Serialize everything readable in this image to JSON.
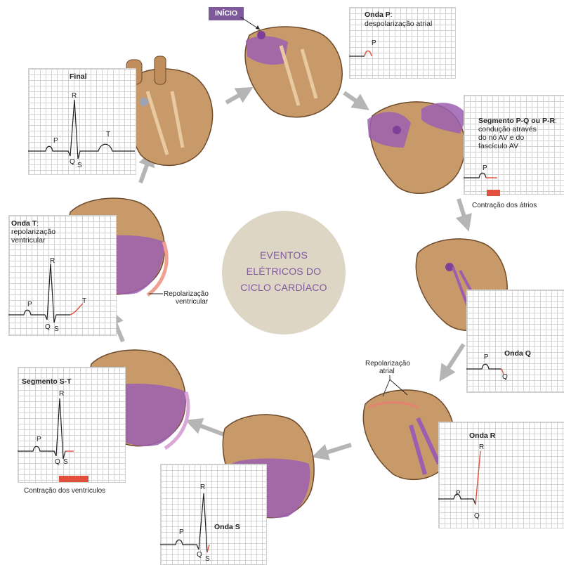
{
  "center": {
    "line1": "EVENTOS",
    "line2": "ELÉTRICOS DO",
    "line3": "CICLO CARDÍACO"
  },
  "start_badge": "INÍCIO",
  "stages": {
    "p_wave": {
      "title": "Onda P",
      "sep": ":",
      "desc": "despolarização atrial",
      "w1": "P"
    },
    "pq_segment": {
      "title": "Segmento P-Q ou P-R",
      "sep": ":",
      "line1": "condução através",
      "line2": "do nó AV e do",
      "line3": "fascículo AV",
      "w1": "P",
      "caption": "Contração dos átrios"
    },
    "q_wave": {
      "title": "Onda Q",
      "w1": "P",
      "w2": "Q"
    },
    "r_wave": {
      "title": "Onda R",
      "w1": "P",
      "w2": "R",
      "w3": "Q"
    },
    "s_wave": {
      "title": "Onda S",
      "w1": "P",
      "w2": "R",
      "w3": "Q",
      "w4": "S"
    },
    "st_segment": {
      "title": "Segmento S-T",
      "w1": "P",
      "w2": "R",
      "w3": "Q",
      "w4": "S",
      "caption": "Contração dos ventrículos"
    },
    "t_wave": {
      "title": "Onda T",
      "sep": ":",
      "line1": "repolarização",
      "line2": "ventricular",
      "w1": "P",
      "w2": "R",
      "w3": "Q",
      "w4": "S",
      "w5": "T"
    },
    "final": {
      "title": "Final",
      "w1": "P",
      "w2": "R",
      "w3": "Q",
      "w4": "S",
      "w5": "T"
    }
  },
  "annotations": {
    "atrial_repol_1": "Repolarização",
    "atrial_repol_2": "atrial",
    "vent_repol_1": "Repolarização",
    "vent_repol_2": "ventricular"
  },
  "colors": {
    "accent": "#7e5a9b",
    "highlight": "#e0503c",
    "heart": "#c89a6a",
    "circle": "#ddd6c5"
  }
}
